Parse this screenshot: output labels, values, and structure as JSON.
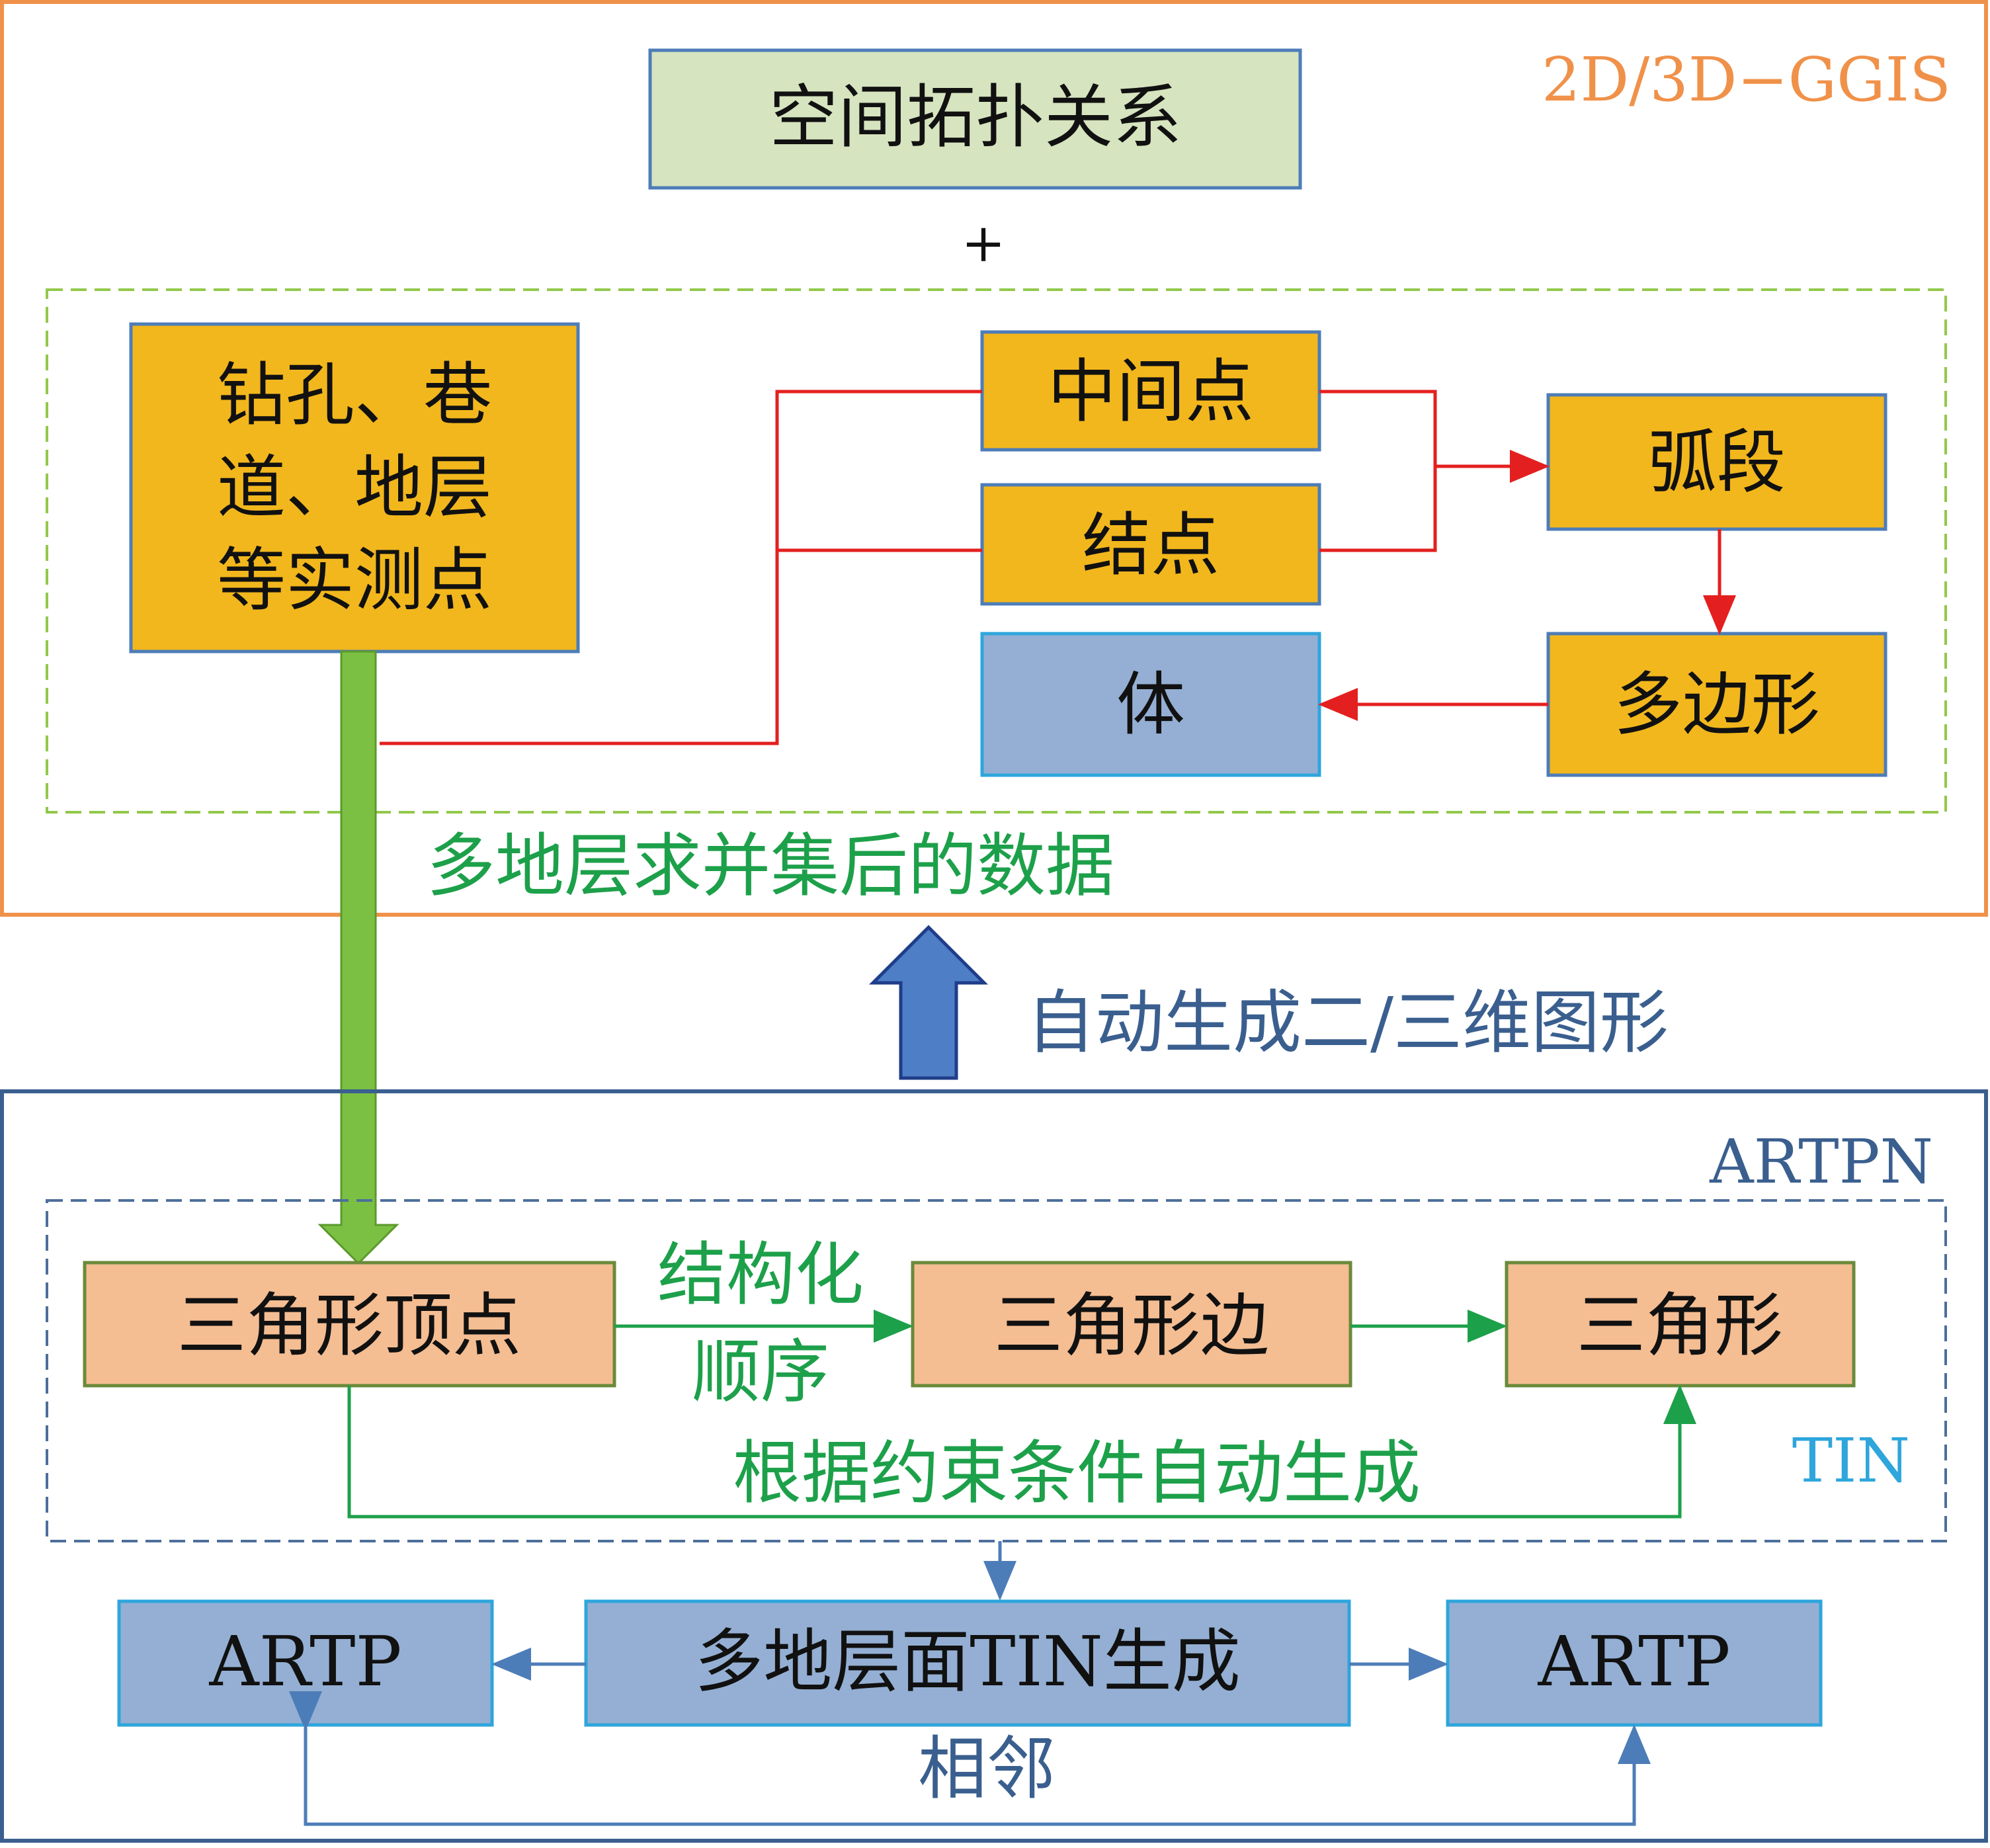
{
  "top_panel": {
    "label": "2D/3D−GGIS",
    "spatial_topology": "空间拓扑关系",
    "plus": "+",
    "measured_points": [
      "钻孔、巷",
      "道、地层",
      "等实测点"
    ],
    "intermediate_point": "中间点",
    "node": "结点",
    "arc_segment": "弧段",
    "polygon": "多边形",
    "body": "体",
    "merged_data_label": "多地层求并集后的数据"
  },
  "transition": {
    "auto_generate_label": "自动生成二/三维图形"
  },
  "bottom_panel": {
    "label": "ARTPN",
    "tin_label": "TIN",
    "triangle_vertex": "三角形顶点",
    "structured_order": [
      "结构化",
      "顺序"
    ],
    "triangle_edge": "三角形边",
    "triangle": "三角形",
    "constraint_label": "根据约束条件自动生成",
    "multi_layer_tin": "多地层面TIN生成",
    "artp_left": "ARTP",
    "artp_right": "ARTP",
    "adjacent": "相邻"
  },
  "colors": {
    "orange_border": "#f0914a",
    "navy_border": "#3a5f8f",
    "green_dash": "#92c84a",
    "blue_dash": "#4d6f9a",
    "orange_box_fill": "#f2b71d",
    "orange_box_stroke": "#4d7db8",
    "green_box_fill": "#d6e4bf",
    "blue_box_fill": "#94afd3",
    "blue_box_stroke": "#2ea6dc",
    "salmon_box_fill": "#f4bd92",
    "salmon_box_stroke": "#6a8a3a",
    "red_line": "#e3201f",
    "green_line": "#1da04a",
    "blue_line": "#4d7db8",
    "green_text": "#1da04a",
    "navy_text": "#3a5f8f",
    "tin_text": "#2ea6dc",
    "big_green_arrow": "#7bc043",
    "big_blue_arrow": "#4e7fc6"
  }
}
